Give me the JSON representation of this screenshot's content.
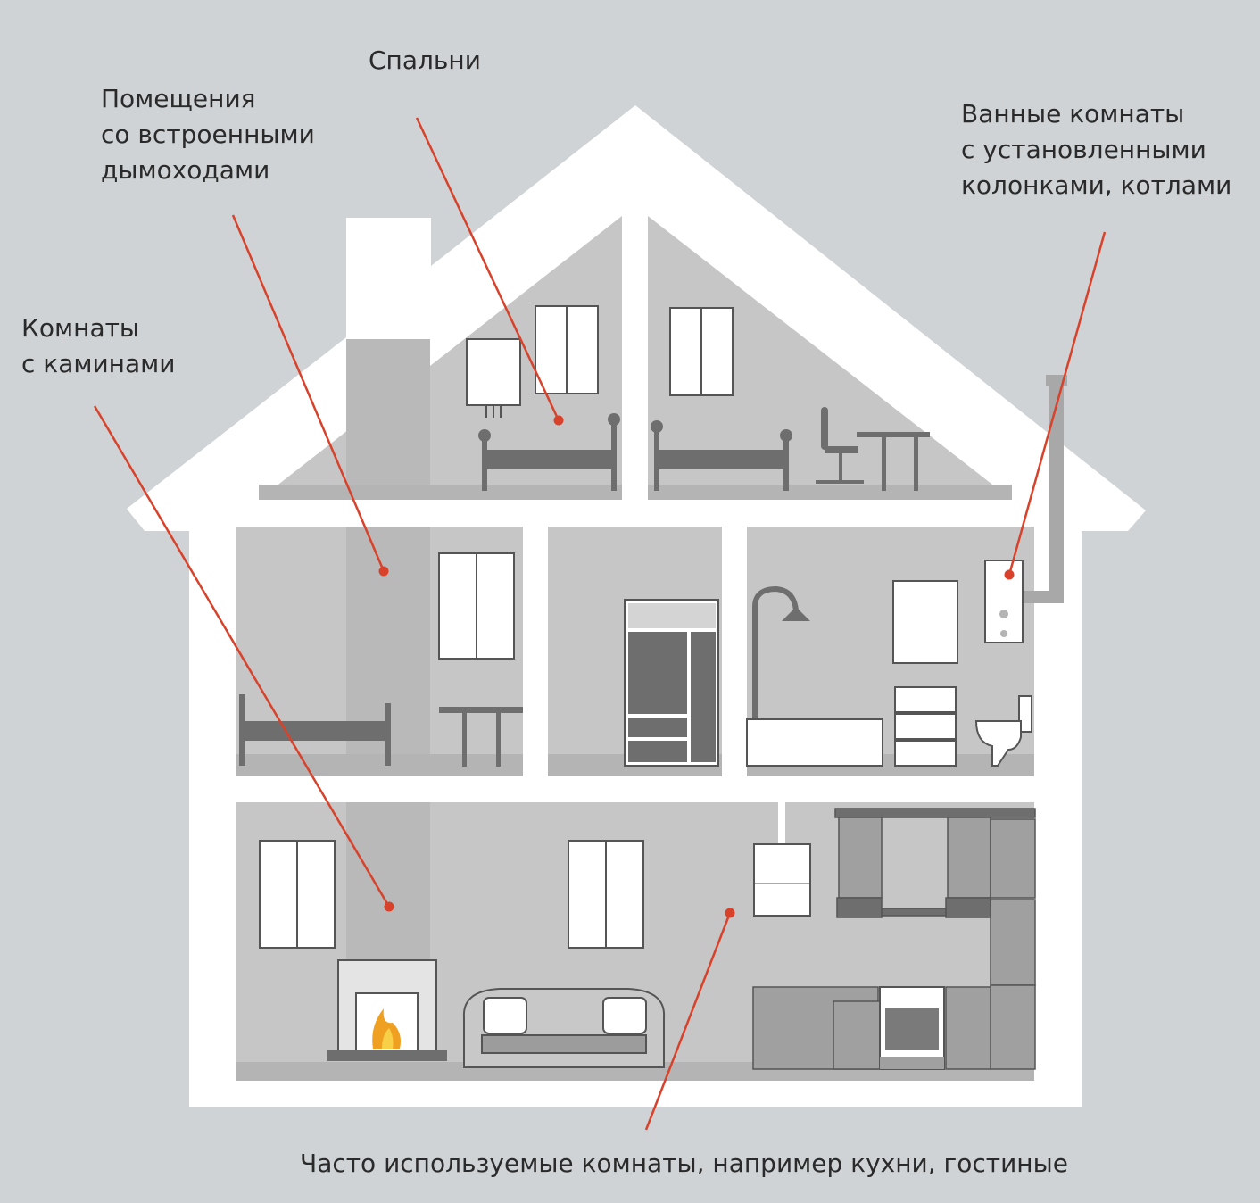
{
  "labels": {
    "bedrooms": [
      "Спальни"
    ],
    "chimney_rooms": [
      "Помещения",
      "со встроенными",
      "дымоходами"
    ],
    "fireplace_rooms": [
      "Комнаты",
      "с каминами"
    ],
    "bathrooms": [
      "Ванные комнаты",
      "с установленными",
      "колонками, котлами"
    ],
    "living_rooms": [
      "Часто используемые комнаты, например кухни, гостиные"
    ]
  },
  "colors": {
    "background": "#cfd3d6",
    "house_outline": "#ffffff",
    "wall": "#c6c6c6",
    "floor": "#b4b4b4",
    "chimney_column": "#b9b9b9",
    "furniture": "#6e6e6e",
    "leader_line": "#d8422b",
    "text": "#2a2a2a",
    "flame": "#f0a020"
  }
}
